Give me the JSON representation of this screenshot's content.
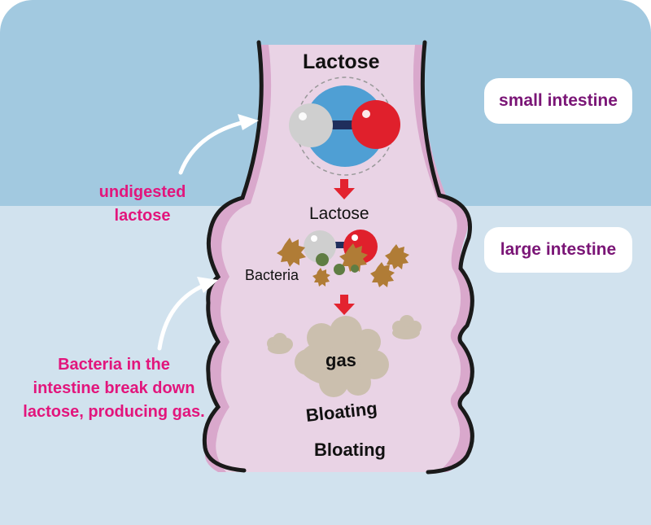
{
  "regions": {
    "small_intestine": "small intestine",
    "large_intestine": "large intestine"
  },
  "annotations": {
    "undigested_line1": "undigested",
    "undigested_line2": "lactose",
    "bacteria_note_line1": "Bacteria in the",
    "bacteria_note_line2": "intestine break down",
    "bacteria_note_line3": "lactose, producing gas."
  },
  "inside": {
    "lactose_top": "Lactose",
    "lactose_middle": "Lactose",
    "bacteria": "Bacteria",
    "gas": "gas",
    "bloating_1": "Bloating",
    "bloating_2": "Bloating"
  },
  "colors": {
    "sky_top": "#a2c9e0",
    "sky_bottom": "#d1e2ee",
    "intestine_fill": "#e9d3e5",
    "intestine_rim": "#d9a8cc",
    "outline": "#1a1a1a",
    "pink_text": "#e2157c",
    "purple_text": "#7a1576",
    "arrow_red": "#e3232f",
    "glucose_grey": "#cfcfcf",
    "galactose_red": "#e0202c",
    "bond_navy": "#1f2e5c",
    "halo_blue": "#4f9fd4",
    "bacteria_brown": "#b07c36",
    "bacteria_green": "#5f7d43",
    "gas_tan": "#cbbfae"
  }
}
